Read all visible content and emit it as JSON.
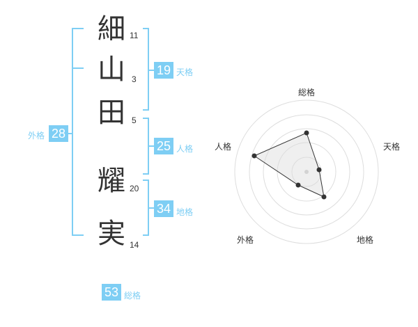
{
  "name": {
    "chars": [
      {
        "char": "細",
        "strokes": "11"
      },
      {
        "char": "山",
        "strokes": "3"
      },
      {
        "char": "田",
        "strokes": "5"
      },
      {
        "char": "耀",
        "strokes": "20"
      },
      {
        "char": "実",
        "strokes": "14"
      }
    ]
  },
  "fortunes": {
    "tenkaku": {
      "value": "19",
      "label": "天格"
    },
    "jinkaku": {
      "value": "25",
      "label": "人格"
    },
    "chikaku": {
      "value": "34",
      "label": "地格"
    },
    "gaikaku": {
      "value": "28",
      "label": "外格"
    },
    "soukaku": {
      "value": "53",
      "label": "総格"
    }
  },
  "radar": {
    "axes": [
      "総格",
      "天格",
      "地格",
      "外格",
      "人格"
    ],
    "colors": {
      "accent": "#7ecef4",
      "ring": "#dddddd",
      "fill": "#eeeeee",
      "line": "#333333"
    }
  }
}
